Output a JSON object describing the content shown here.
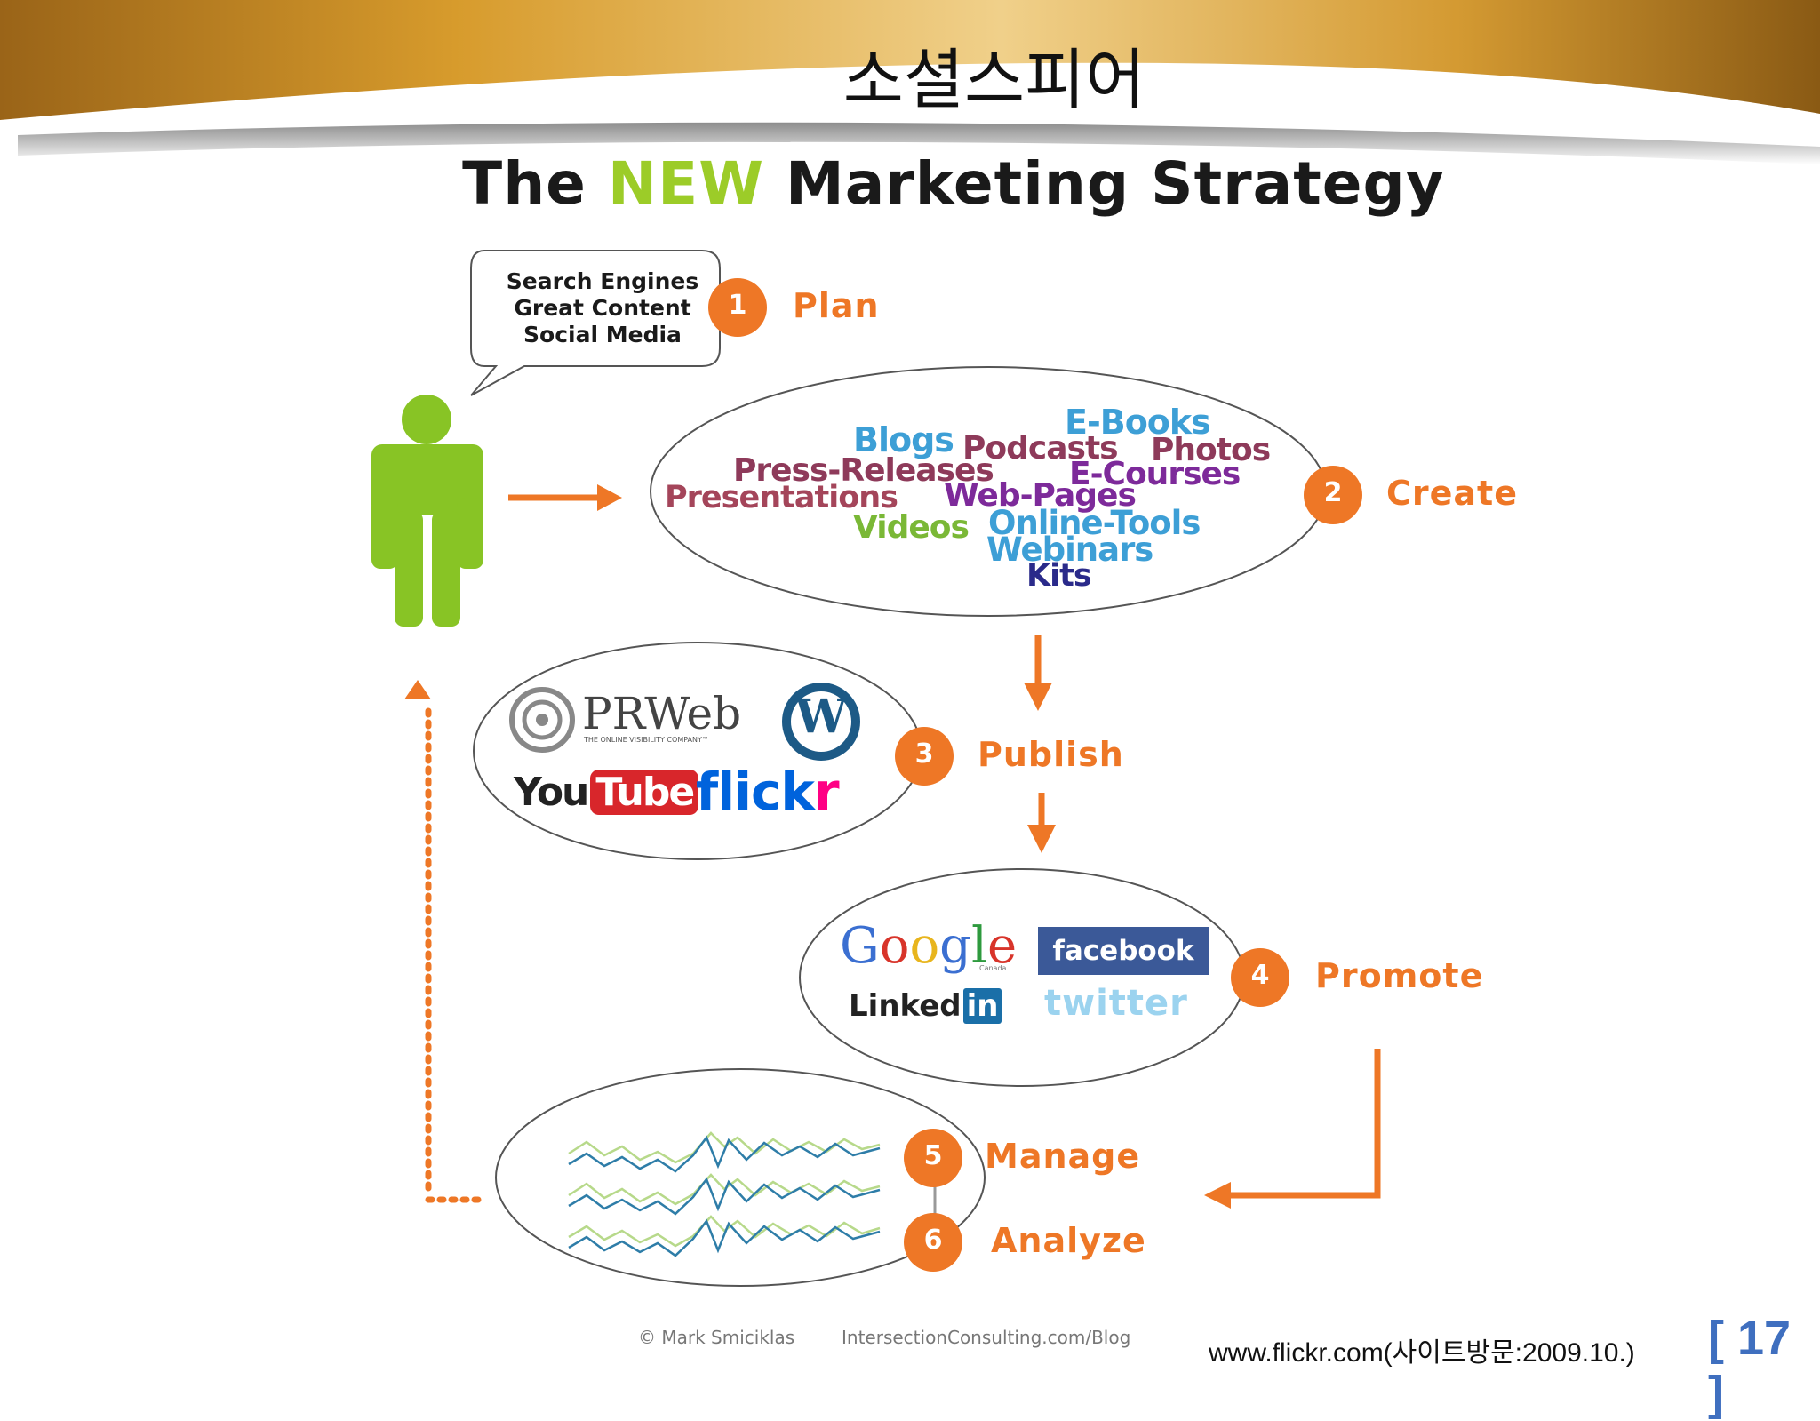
{
  "slide": {
    "title": "소셜스피어",
    "page_number": "17",
    "source_note": "www.flickr.com(사이트방문:2009.10.)"
  },
  "diagram": {
    "title_prefix": "The ",
    "title_highlight": "NEW",
    "title_suffix": " Marketing Strategy",
    "highlight_color": "#9ccc28",
    "accent_color": "#ee7726",
    "figure_color": "#88c425",
    "speech_bubble": [
      "Search Engines",
      "Great Content",
      "Social Media"
    ],
    "steps": [
      {
        "number": "1",
        "label": "Plan"
      },
      {
        "number": "2",
        "label": "Create"
      },
      {
        "number": "3",
        "label": "Publish"
      },
      {
        "number": "4",
        "label": "Promote"
      },
      {
        "number": "5",
        "label": "Manage"
      },
      {
        "number": "6",
        "label": "Analyze"
      }
    ],
    "content_types": [
      "E-Books",
      "Blogs",
      "Podcasts",
      "Photos",
      "Press-Releases",
      "E-Courses",
      "Presentations",
      "Web-Pages",
      "Videos",
      "Online-Tools",
      "Webinars",
      "Kits"
    ],
    "publish_platforms": {
      "prweb": "PRWeb",
      "prweb_tagline": "THE ONLINE VISIBILITY COMPANY™",
      "wordpress": "W",
      "youtube_you": "You",
      "youtube_tube": "Tube",
      "flickr_a": "flick",
      "flickr_b": "r"
    },
    "promote_platforms": {
      "google": [
        "G",
        "o",
        "o",
        "g",
        "l",
        "e"
      ],
      "google_sub": "Canada",
      "facebook": "facebook",
      "linkedin_a": "Linked",
      "linkedin_b": "in",
      "twitter": "twitter"
    },
    "credit_author": "© Mark Smiciklas",
    "credit_site": "IntersectionConsulting.com/Blog"
  }
}
